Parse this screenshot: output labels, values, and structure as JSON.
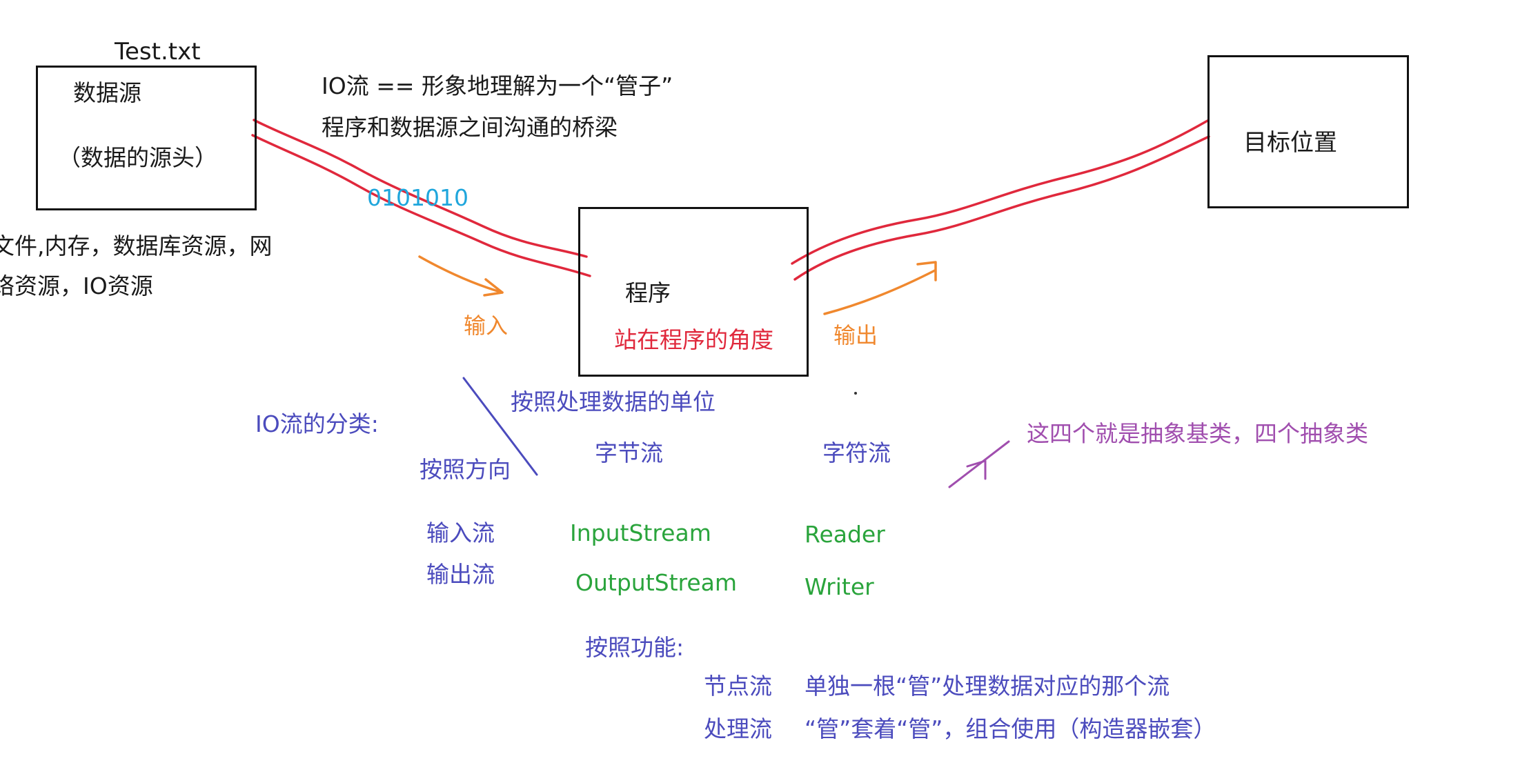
{
  "source": {
    "filename": "Test.txt",
    "title": "数据源",
    "subtitle": "（数据的源头）"
  },
  "source_examples": {
    "line1": "文件,内存，数据库资源，网",
    "line2": "络资源，IO资源"
  },
  "io_note": {
    "line1": "IO流 == 形象地理解为一个“管子”",
    "line2": "程序和数据源之间沟通的桥梁"
  },
  "binary_label": "0101010",
  "program": {
    "title": "程序",
    "note": "站在程序的角度"
  },
  "target": {
    "title": "目标位置"
  },
  "arrows": {
    "input_label": "输入",
    "output_label": "输出"
  },
  "classification": {
    "title": "IO流的分类:",
    "by_unit": "按照处理数据的单位",
    "by_direction": "按照方向",
    "byte_stream": "字节流",
    "char_stream": "字符流",
    "input_stream": "输入流",
    "output_stream": "输出流",
    "InputStream": "InputStream",
    "OutputStream": "OutputStream",
    "Reader": "Reader",
    "Writer": "Writer",
    "abstract_note": "这四个就是抽象基类，四个抽象类",
    "by_function": "按照功能:",
    "node_stream": "节点流",
    "node_desc": "单独一根“管”处理数据对应的那个流",
    "processing_stream": "处理流",
    "processing_desc": "“管”套着“管”，组合使用（构造器嵌套）"
  },
  "colors": {
    "pipe": "#e0283c",
    "arrow": "#f0882e",
    "binary": "#1fa6dc",
    "category": "#4b4bbd",
    "class_name": "#2aa43c",
    "note": "#a04eae"
  }
}
